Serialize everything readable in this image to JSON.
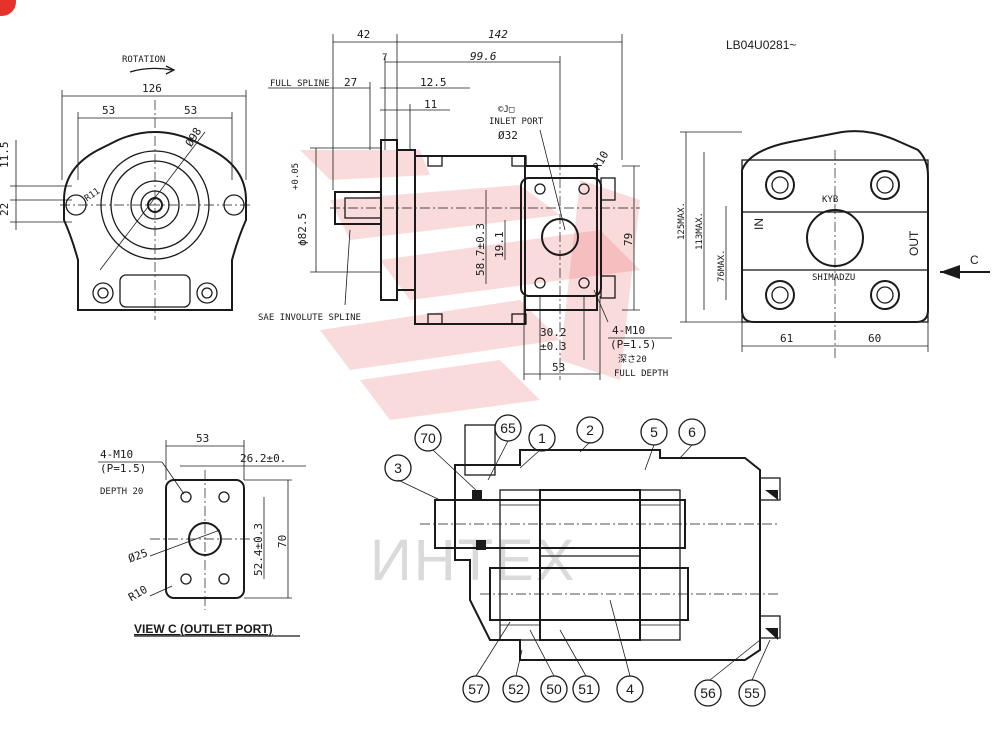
{
  "drawing": {
    "number": "LB04U0281~",
    "corner_badge_color": "#e5322d",
    "watermark_color": "#e84a4a",
    "watermark_text": "ИНТЕХ"
  },
  "front_view": {
    "rotation_label": "ROTATION",
    "dim_width": "126",
    "dim_left_half": "53",
    "dim_right_half": "53",
    "dim_bore": "Ø98",
    "dim_radius": "R11",
    "dim_vertical": "11.5",
    "dim_vertical_2": "22"
  },
  "side_view": {
    "dim_42": "42",
    "dim_142": "142",
    "dim_7": "7",
    "dim_99_6": "99.6",
    "full_spline_label": "FULL SPLINE",
    "dim_27": "27",
    "dim_12_5": "12.5",
    "dim_11": "11",
    "inlet_symbol": "©J□",
    "inlet_port_label": "INLET PORT",
    "inlet_dia": "Ø32",
    "dim_r10": "R10",
    "dim_pilot": "ϕ82.5",
    "dim_pilot_tol": "+0.05",
    "dim_58_7": "58.7±0.3",
    "dim_19_1": "19.1",
    "dim_79": "79",
    "dim_30_2": "30.2",
    "dim_30_2_tol": "±0.3",
    "dim_53": "53",
    "thread_label": "4-M10",
    "thread_pitch": "(P=1.5)",
    "thread_depth": "深さ20",
    "full_depth_label": "FULL DEPTH",
    "spline_label": "SAE INVOLUTE SPLINE"
  },
  "end_view": {
    "dim_125": "125MAX.",
    "dim_113": "113MAX.",
    "dim_76": "76MAX.",
    "in_label": "IN",
    "out_label": "OUT",
    "brand_top": "KYB",
    "brand_bottom": "SHIMADZU",
    "dim_61": "61",
    "dim_60": "60",
    "arrow_label": "C"
  },
  "view_c": {
    "title": "VIEW C (OUTLET PORT)",
    "dim_53": "53",
    "dim_26_2": "26.2±0.",
    "dim_52_4": "52.4±0.3",
    "dim_70": "70",
    "thread_label": "4-M10",
    "thread_pitch": "(P=1.5)",
    "depth_label": "DEPTH 20",
    "dia_label": "Ø25",
    "radius_label": "R10"
  },
  "section_view": {
    "balloons": [
      "70",
      "65",
      "1",
      "2",
      "5",
      "6",
      "3",
      "57",
      "52",
      "50",
      "51",
      "4",
      "56",
      "55"
    ]
  }
}
